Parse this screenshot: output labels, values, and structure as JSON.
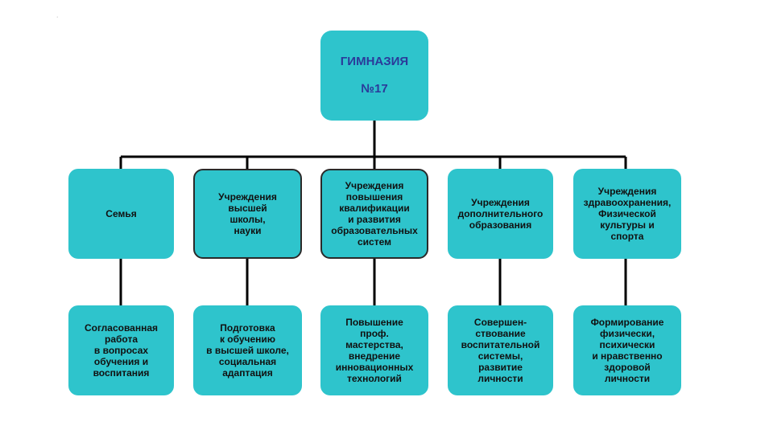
{
  "root": {
    "label": "ГИМНАЗИЯ\n№17"
  },
  "partners": [
    {
      "name": "Семья",
      "outcome": "Согласованная\nработа\nв вопросах\nобучения и\nвоспитания"
    },
    {
      "name": "Учреждения\nвысшей\nшколы,\nнауки",
      "outcome": "Подготовка\nк обучению\nв высшей школе,\nсоциальная\nадаптация"
    },
    {
      "name": "Учреждения\nповышения\nквалификации\nи развития\nобразовательных\nсистем",
      "outcome": "Повышение\nпроф.\nмастерства,\nвнедрение\nинновационных\nтехнологий"
    },
    {
      "name": "Учреждения\nдополнительного\nобразования",
      "outcome": "Совершен-\nствование\nвоспитательной\nсистемы,\nразвитие\nличности"
    },
    {
      "name": "Учреждения\nздравоохранения,\nФизической\nкультуры и\nспорта",
      "outcome": "Формирование\nфизически,\nпсихически\nи нравственно\nздоровой\nличности"
    }
  ],
  "colors": {
    "box_fill": "#2ec4cc",
    "root_text": "#2b3a9a",
    "text": "#111111",
    "lines": "#000000"
  }
}
